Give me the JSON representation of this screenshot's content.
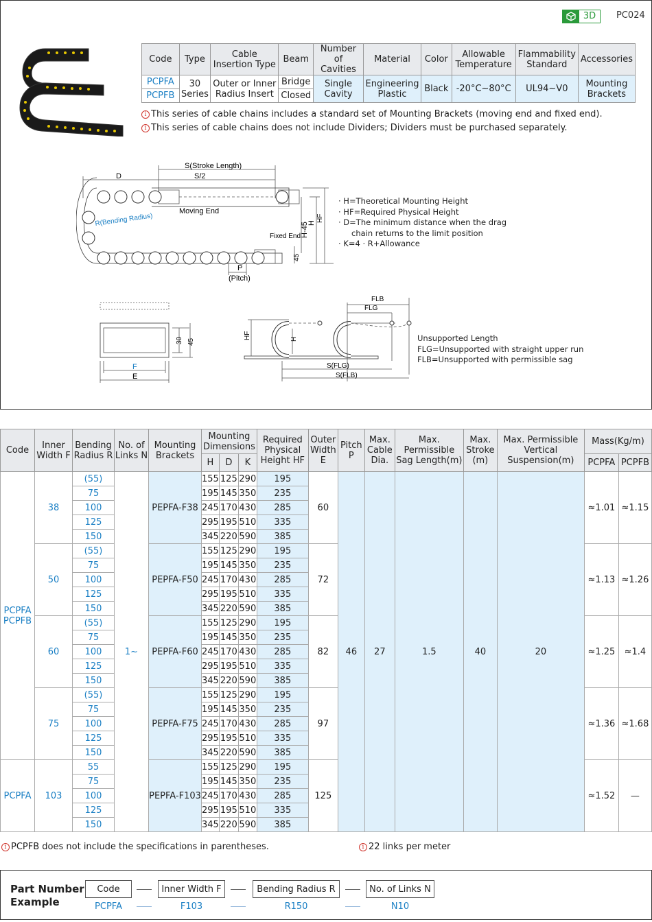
{
  "header": {
    "badge": "3D",
    "page_code": "PC024"
  },
  "spec_table": {
    "headers": [
      "Code",
      "Type",
      "Cable Insertion Type",
      "Beam",
      "Number of Cavities",
      "Material",
      "Color",
      "Allowable Temperature",
      "Flammability Standard",
      "Accessories"
    ],
    "codes": [
      "PCPFA",
      "PCPFB"
    ],
    "type": "30 Series",
    "cable_insertion": "Outer or Inner Radius Insert",
    "beams": [
      "Bridge",
      "Closed"
    ],
    "cavities": "Single Cavity",
    "material": "Engineering Plastic",
    "color": "Black",
    "temperature": "-20°C~80°C",
    "flammability": "UL94~V0",
    "accessories": "Mounting Brackets"
  },
  "notes": [
    "This series of cable chains includes a standard set of Mounting Brackets (moving end and fixed end).",
    "This series of cable chains does not include Dividers; Dividers must be purchased separately."
  ],
  "diagram_main": {
    "stroke": "S(Stroke Length)",
    "half": "S/2",
    "d": "D",
    "moving_end": "Moving End",
    "bending": "R(Bending Radius)",
    "fixed_end": "Fixed End",
    "pitch": "P",
    "pitch_word": "(Pitch)",
    "h45": "H-45",
    "h": "H",
    "hf": "HF",
    "n45": "45"
  },
  "legend1": [
    "· H=Theoretical Mounting Height",
    "· HF=Required Physical Height",
    "· D=The minimum distance when the drag",
    "chain returns to the limit position",
    "· K=4 · R+Allowance"
  ],
  "diagram_bl": {
    "f": "F",
    "e": "E",
    "n30": "30",
    "n45": "45"
  },
  "diagram_bm": {
    "flb": "FLB",
    "flg": "FLG",
    "hf": "HF",
    "h": "H",
    "sflg": "S(FLG)",
    "sflb": "S(FLB)"
  },
  "legend2": [
    "Unsupported Length",
    "FLG=Unsupported with straight upper run",
    "FLB=Unsupported with permissible sag"
  ],
  "main_table": {
    "headers": {
      "code": "Code",
      "inner_width": "Inner Width F",
      "bending_radius": "Bending Radius R",
      "links": "No. of Links N",
      "brackets": "Mounting Brackets",
      "mounting_dims": "Mounting Dimensions",
      "h": "H",
      "d": "D",
      "k": "K",
      "hf": "Required Physical Height HF",
      "outer_width": "Outer Width E",
      "pitch": "Pitch P",
      "cable_dia": "Max. Cable Dia.",
      "sag": "Max. Permissible Sag Length(m)",
      "stroke": "Max. Stroke (m)",
      "suspension": "Max. Permissible Vertical Suspension(m)",
      "mass": "Mass(Kg/m)",
      "mass_a": "PCPFA",
      "mass_b": "PCPFB"
    },
    "code_group_1": [
      "PCPFA",
      "PCPFB"
    ],
    "code_group_2": "PCPFA",
    "links": "1~",
    "pitch": "46",
    "cable_dia": "27",
    "sag": "1.5",
    "stroke": "40",
    "suspension": "20",
    "dims": [
      {
        "h": "155",
        "d": "125",
        "k": "290",
        "hf": "195"
      },
      {
        "h": "195",
        "d": "145",
        "k": "350",
        "hf": "235"
      },
      {
        "h": "245",
        "d": "170",
        "k": "430",
        "hf": "285"
      },
      {
        "h": "295",
        "d": "195",
        "k": "510",
        "hf": "335"
      },
      {
        "h": "345",
        "d": "220",
        "k": "590",
        "hf": "385"
      }
    ],
    "groups": [
      {
        "width": "38",
        "radii": [
          "(55)",
          "75",
          "100",
          "125",
          "150"
        ],
        "bracket": "PEPFA-F38",
        "outer": "60",
        "mass_a": "≈1.01",
        "mass_b": "≈1.15"
      },
      {
        "width": "50",
        "radii": [
          "(55)",
          "75",
          "100",
          "125",
          "150"
        ],
        "bracket": "PEPFA-F50",
        "outer": "72",
        "mass_a": "≈1.13",
        "mass_b": "≈1.26"
      },
      {
        "width": "60",
        "radii": [
          "(55)",
          "75",
          "100",
          "125",
          "150"
        ],
        "bracket": "PEPFA-F60",
        "outer": "82",
        "mass_a": "≈1.25",
        "mass_b": "≈1.4"
      },
      {
        "width": "75",
        "radii": [
          "(55)",
          "75",
          "100",
          "125",
          "150"
        ],
        "bracket": "PEPFA-F75",
        "outer": "97",
        "mass_a": "≈1.36",
        "mass_b": "≈1.68"
      },
      {
        "width": "103",
        "radii": [
          "55",
          "75",
          "100",
          "125",
          "150"
        ],
        "bracket": "PEPFA-F103",
        "outer": "125",
        "mass_a": "≈1.52",
        "mass_b": "—"
      }
    ]
  },
  "footnotes": [
    "PCPFB does not include the specifications in parentheses.",
    "22 links per meter"
  ],
  "part_number": {
    "title_line1": "Part Number",
    "title_line2": "Example",
    "fields": [
      "Code",
      "Inner Width F",
      "Bending Radius R",
      "No. of Links N"
    ],
    "values": [
      "PCPFA",
      "F103",
      "R150",
      "N10"
    ]
  }
}
